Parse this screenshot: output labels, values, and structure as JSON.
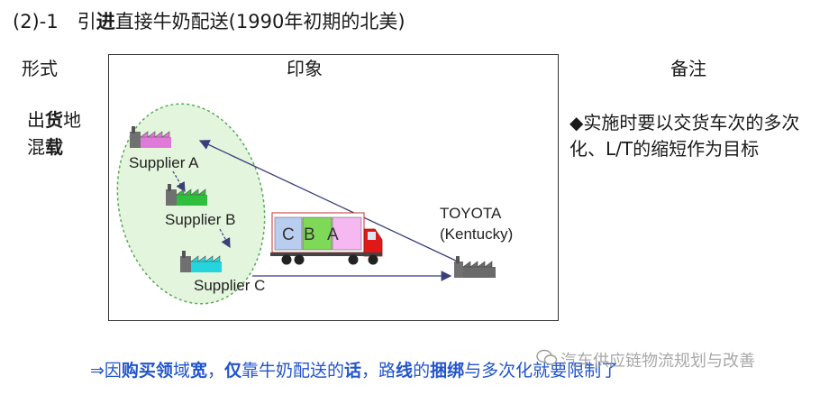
{
  "title": {
    "prefix": "(2)-1　引",
    "bold": "进",
    "rest": "直接牛奶配送(1990年初期的北美)"
  },
  "columns": {
    "form": "形式",
    "image": "印象",
    "notes": "备注"
  },
  "form_label": {
    "line1_a": "出",
    "line1_bold": "货",
    "line1_b": "地",
    "line2_a": "混",
    "line2_bold": "载"
  },
  "suppliers": [
    {
      "label": "Supplier A"
    },
    {
      "label": "Supplier B"
    },
    {
      "label": "Supplier C"
    }
  ],
  "destination": {
    "line1": "TOYOTA",
    "line2": "(Kentucky)"
  },
  "truck": {
    "cargo": [
      "C",
      "B",
      "A"
    ],
    "cargo_colors": [
      "#b8cdf0",
      "#7ed957",
      "#f5b8f0"
    ],
    "cab_color": "#e01818"
  },
  "notes": {
    "text": "◆实施时要以交货车次的多次化、L/T的缩短作为目标"
  },
  "conclusion": {
    "p1": "⇒因",
    "b1": "购买领",
    "p2": "域",
    "b2": "宽",
    "p3": "，",
    "b3": "仅",
    "p4": "靠牛奶配送的",
    "b4": "话",
    "p5": "，路",
    "b5": "线",
    "p6": "的",
    "b6": "捆绑",
    "p7": "与多次化就要限制了"
  },
  "watermark": {
    "text": "汽车供应链物流规划与改善"
  },
  "colors": {
    "cluster_fill": "#e3f5dd",
    "cluster_stroke": "#55aa55",
    "arrow": "#3a3f7a",
    "factory_a": "#e07ad8",
    "factory_b": "#2fbf3f",
    "factory_c": "#25d5dd",
    "factory_toyota": "#6a6a6a"
  }
}
